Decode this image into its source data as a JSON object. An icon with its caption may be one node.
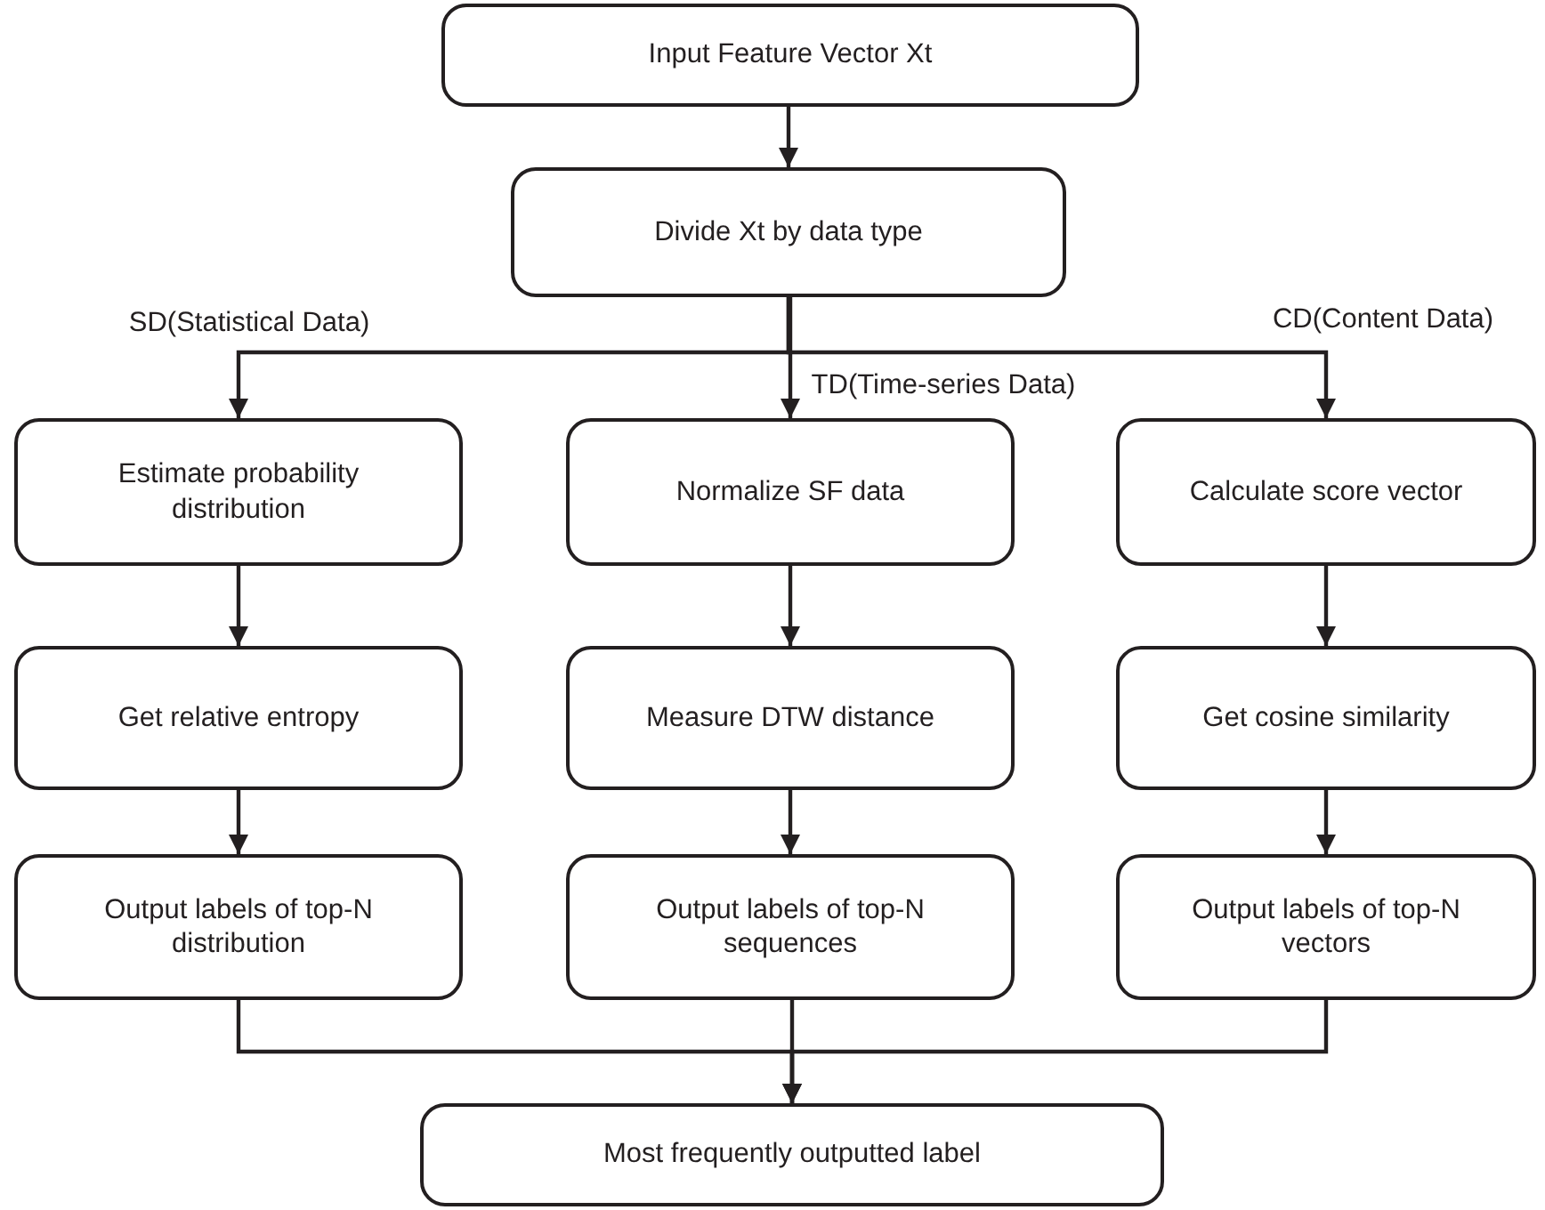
{
  "diagram": {
    "nodes": [
      {
        "text": [
          "Input Feature Vector Xt"
        ]
      },
      {
        "text": [
          "Divide Xt by data type"
        ]
      },
      {
        "text": [
          "Estimate probability distribution"
        ]
      },
      {
        "text": [
          "Normalize SF data"
        ]
      },
      {
        "text": [
          "Calculate score vector"
        ]
      },
      {
        "text": [
          "Get relative entropy"
        ]
      },
      {
        "text": [
          "Measure DTW distance"
        ]
      },
      {
        "text": [
          "Get cosine similarity"
        ]
      },
      {
        "text": [
          "Output labels of top-N distribution"
        ]
      },
      {
        "text": [
          "Output labels of top-N sequences"
        ]
      },
      {
        "text": [
          "Output labels of top-N vectors"
        ]
      },
      {
        "text": [
          "Most frequently outputted label"
        ]
      }
    ],
    "edges": [
      {
        "from": 0,
        "to": 1,
        "arrow": "to"
      },
      {
        "from": 1,
        "to": 2,
        "arrow": "to",
        "label": "SD(Statistical Data)"
      },
      {
        "from": 1,
        "to": 3,
        "arrow": "to",
        "label": "TD(Time-series Data)"
      },
      {
        "from": 1,
        "to": 4,
        "arrow": "to",
        "label": "CD(Content Data)"
      },
      {
        "from": 2,
        "to": 5,
        "arrow": "to"
      },
      {
        "from": 5,
        "to": 8,
        "arrow": "to"
      },
      {
        "from": 3,
        "to": 6,
        "arrow": "to"
      },
      {
        "from": 6,
        "to": 9,
        "arrow": "to"
      },
      {
        "from": 4,
        "to": 7,
        "arrow": "to"
      },
      {
        "from": 7,
        "to": 10,
        "arrow": "to"
      },
      {
        "from": 8,
        "to": 11,
        "arrow": "to"
      },
      {
        "from": 9,
        "to": 11,
        "arrow": "to"
      },
      {
        "from": 10,
        "to": 11,
        "arrow": "to"
      }
    ]
  }
}
